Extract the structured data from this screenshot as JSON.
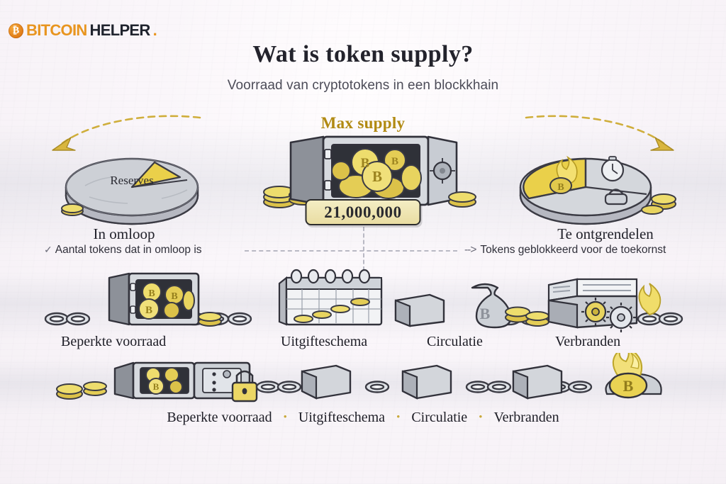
{
  "logo": {
    "mark": "₿",
    "word_primary": "BITCOIN",
    "word_secondary": "HELPER",
    "trailing_dot": ".",
    "brand_color": "#e8951f",
    "dark_color": "#20242e"
  },
  "header": {
    "title": "Wat is token supply?",
    "subtitle": "Voorraad van cryptotokens in een blockkhain"
  },
  "hero": {
    "max_supply_label": "Max supply",
    "max_supply_color": "#b18a12",
    "banner_value": "21,000,000",
    "left": {
      "pie_inner_label": "Reserves",
      "caption": "In omloop",
      "annotation": "Aantal tokens dat in omloop is",
      "annotation_marker": "✓",
      "slices": [
        {
          "name": "reserves",
          "share": 85,
          "color": "#c6c8cf"
        },
        {
          "name": "in-omloop",
          "share": 15,
          "color": "#ecd24a"
        }
      ]
    },
    "right": {
      "caption": "Te ontgrendelen",
      "annotation": "Tokens geblokkeerd voor de toekornst",
      "annotation_marker": "‑‑>",
      "slices": [
        {
          "name": "burn",
          "share": 40,
          "color": "#ecd24a",
          "icon": "flame-bitcoin-icon"
        },
        {
          "name": "timelock",
          "share": 30,
          "color": "#d8dade",
          "icon": "stopwatch-icon"
        },
        {
          "name": "locked",
          "share": 30,
          "color": "#c6c8cf",
          "icon": "padlock-icon"
        }
      ]
    }
  },
  "chart_data": {
    "type": "pie",
    "title": "Max supply verdeling",
    "charts": [
      {
        "name": "In omloop",
        "categories": [
          "Reserves",
          "In omloop"
        ],
        "values": [
          85,
          15
        ],
        "colors": [
          "#c6c8cf",
          "#ecd24a"
        ],
        "inner_label": "Reserves"
      },
      {
        "name": "Te ontgrendelen",
        "categories": [
          "Verbranden",
          "Timelock",
          "Vergrendeld"
        ],
        "values": [
          40,
          30,
          30
        ],
        "colors": [
          "#ecd24a",
          "#d8dade",
          "#c6c8cf"
        ]
      }
    ],
    "total_supply": 21000000,
    "total_supply_label": "21,000,000",
    "legend_position": "below",
    "grid": false
  },
  "middle_row": {
    "items": [
      {
        "label": "Beperkte voorraad",
        "icon": "safe-with-coins-icon"
      },
      {
        "label": "Uitgifteschema",
        "icon": "calendar-coins-icon"
      },
      {
        "label": "Circulatie",
        "icon": "money-bag-icon"
      },
      {
        "label": "Verbranden",
        "icon": "gears-box-flame-icon"
      }
    ]
  },
  "bottom_row": {
    "separator": "•",
    "items": [
      {
        "label": "Beperkte voorraad",
        "icon": "safe-padlock-icon"
      },
      {
        "label": "Uitgifteschema",
        "icon": "chain-block-icon"
      },
      {
        "label": "Circulatie",
        "icon": "chain-block-icon"
      },
      {
        "label": "Verbranden",
        "icon": "burning-bitcoin-icon"
      }
    ]
  }
}
